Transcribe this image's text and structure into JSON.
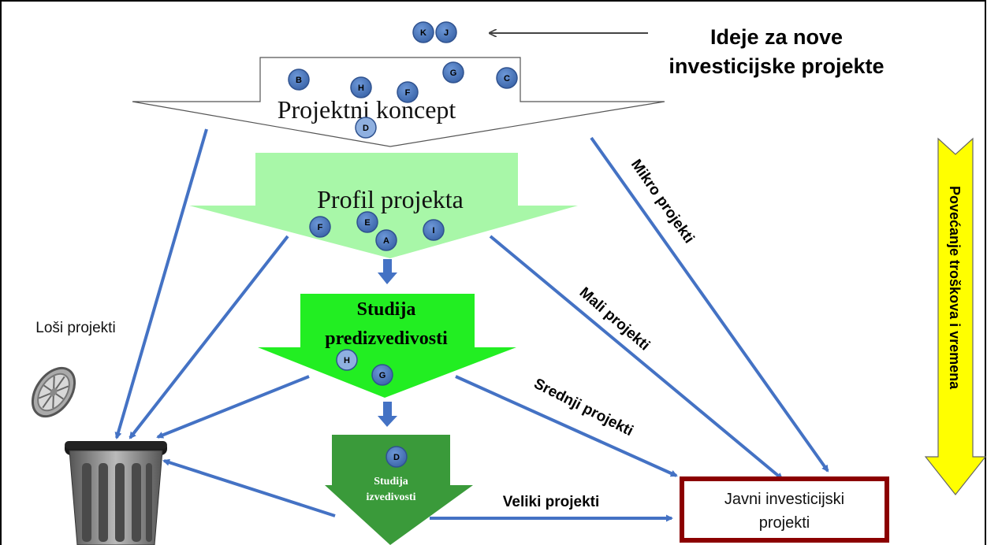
{
  "title_lines": [
    "Ideje za nove",
    "investicijske projekte"
  ],
  "stages": {
    "concept": "Projektni koncept",
    "profile": "Profil projekta",
    "prefeasibility_lines": [
      "Studija",
      "predizvedivosti"
    ],
    "feasibility_lines": [
      "Studija",
      "izvedivosti"
    ]
  },
  "flows": {
    "bad": "Loši projekti",
    "micro": "Mikro projekti",
    "small": "Mali projekti",
    "medium": "Srednji projekti",
    "large": "Veliki projekti"
  },
  "target_lines": [
    "Javni investicijski",
    "projekti"
  ],
  "side_label": "Povećanje troškova i vremena",
  "ideas": {
    "incoming": [
      "K",
      "J"
    ],
    "concept": [
      "B",
      "H",
      "F",
      "G",
      "C",
      "D"
    ],
    "profile": [
      "F",
      "E",
      "A",
      "I"
    ],
    "prefeasibility": [
      "H",
      "G"
    ],
    "feasibility": [
      "D"
    ]
  },
  "colors": {
    "profile": "#a8f7a8",
    "prefeasibility": "#22ee22",
    "feasibility": "#3a9a3a",
    "arrow": "#4472c4",
    "circle": "#4a78c0",
    "target_border": "#8b0000",
    "side_arrow": "#ffff00"
  }
}
